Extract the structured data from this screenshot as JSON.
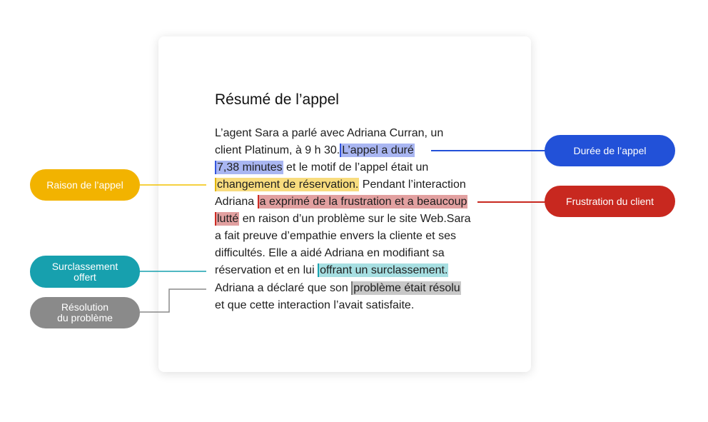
{
  "summary": {
    "title": "Résumé de l’appel",
    "lines": [
      [
        "L’agent Sara a parlé avec Adriana Curran, un"
      ],
      [
        "client Platinum, à 9 h 30.",
        "L’appel a duré"
      ],
      [
        "7,38 minutes",
        " et le motif de l’appel était un"
      ],
      [
        "changement de réservation.",
        " Pendant l’interaction"
      ],
      [
        "Adriana ",
        "a exprimé de la frustration et a beaucoup"
      ],
      [
        "lutté",
        " en raison d’un problème sur le site Web.Sara"
      ],
      [
        "a fait preuve d’empathie envers la cliente et ses"
      ],
      [
        "difficultés. Elle a aidé Adriana en modifiant sa"
      ],
      [
        "réservation et en lui ",
        "offrant un surclassement."
      ],
      [
        "Adriana a déclaré que son ",
        "problème était résolu"
      ],
      [
        "et que cette interaction l’avait satisfaite."
      ]
    ]
  },
  "labels": {
    "duree": "Durée de l’appel",
    "raison": "Raison de l’appel",
    "frustration": "Frustration du client",
    "surclassement_1": "Surclassement",
    "surclassement_2": "offert",
    "resolution_1": "Résolution",
    "resolution_2": "du problème"
  },
  "colors": {
    "duree": "#2251d8",
    "raison": "#f2b300",
    "frustration": "#c8281f",
    "surclassement": "#17a0ae",
    "resolution": "#8a8a8a"
  }
}
